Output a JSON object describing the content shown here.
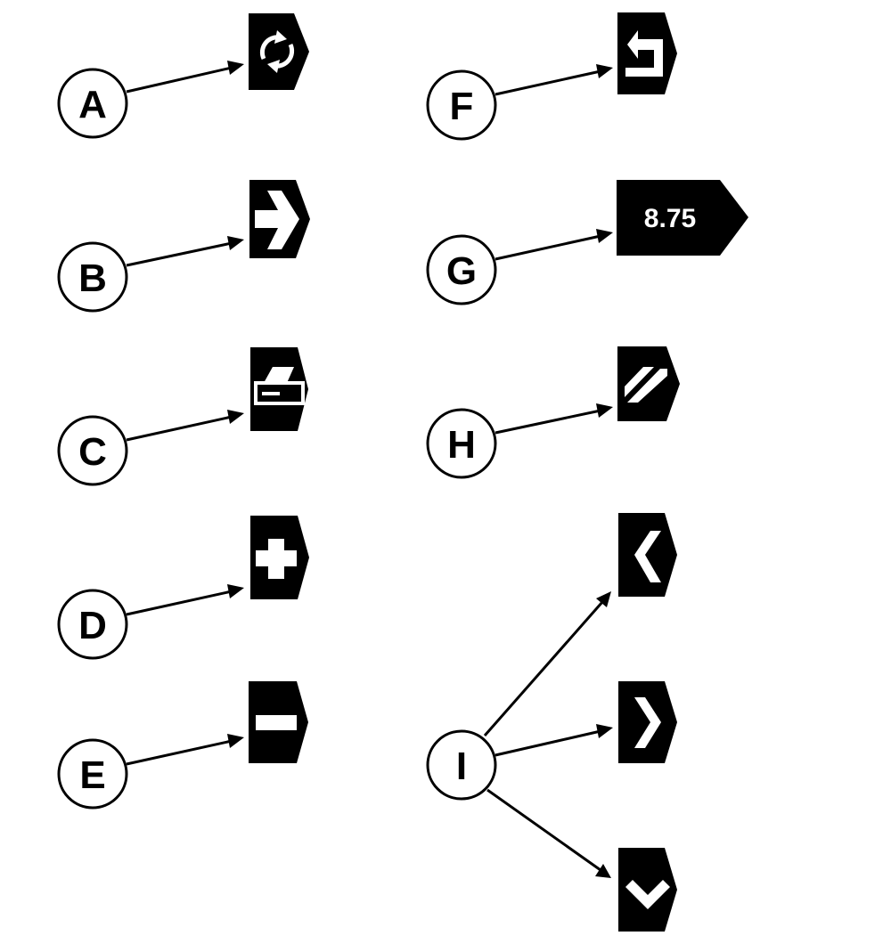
{
  "colors": {
    "ink": "#000000",
    "paper": "#ffffff"
  },
  "callouts": [
    {
      "letter": "A",
      "icons": [
        "refresh-icon"
      ]
    },
    {
      "letter": "B",
      "icons": [
        "arrow-right-icon"
      ]
    },
    {
      "letter": "C",
      "icons": [
        "printer-icon"
      ]
    },
    {
      "letter": "D",
      "icons": [
        "plus-icon"
      ]
    },
    {
      "letter": "E",
      "icons": [
        "minus-icon"
      ]
    },
    {
      "letter": "F",
      "icons": [
        "return-icon"
      ]
    },
    {
      "letter": "G",
      "icons": [
        "value-display"
      ],
      "value": "8.75"
    },
    {
      "letter": "H",
      "icons": [
        "hatched-icon"
      ]
    },
    {
      "letter": "I",
      "icons": [
        "chevron-left-icon",
        "chevron-right-icon",
        "chevron-down-icon"
      ]
    }
  ]
}
